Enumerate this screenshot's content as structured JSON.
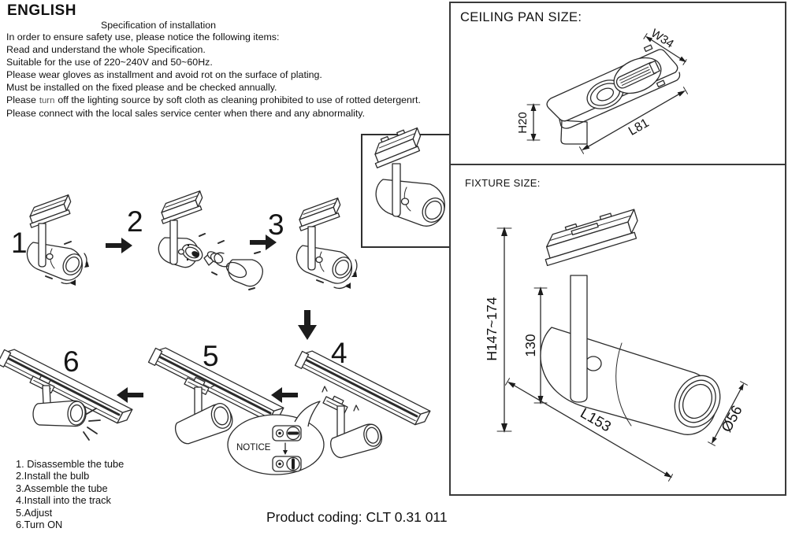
{
  "page": {
    "header": "ENGLISH",
    "spec_title": "Specification of installation",
    "product_coding": "Product coding: CLT 0.31 011"
  },
  "colors": {
    "ink": "#111111",
    "line": "#2b2b2b",
    "panel_border": "#3a3a3a"
  },
  "instructions": {
    "lines": [
      "In order to ensure safety use, please notice the following items:",
      "Read and understand the whole Specification.",
      "Suitable for the use of 220~240V and 50~60Hz.",
      "Please wear gloves as installment and avoid rot on the surface of plating.",
      "Must be installed on the fixed please and be checked annually.",
      "Please connect with the local sales service center when there and any abnormality."
    ],
    "line6": {
      "pre": "Please",
      "em": "turn",
      "post": "off the lighting source by soft cloth as cleaning prohibited to use of rotted detergenrt."
    }
  },
  "diagrams": {
    "n1": "1",
    "n2": "2",
    "n3": "3",
    "n4": "4",
    "n5": "5",
    "n6": "6",
    "notice": "NOTICE"
  },
  "steps": {
    "items": [
      "1. Disassemble the tube",
      "2.Install the bulb",
      "3.Assemble the tube",
      "4.Install into the track",
      "5.Adjust",
      "6.Turn ON"
    ]
  },
  "ceiling_pan": {
    "title": "CEILING PAN SIZE:",
    "width": "W34",
    "height": "H20",
    "length": "L81"
  },
  "fixture": {
    "title": "FIXTURE SIZE:",
    "height_range": "H147~174",
    "stem_height": "130",
    "length": "L153",
    "diameter": "Ø56"
  }
}
